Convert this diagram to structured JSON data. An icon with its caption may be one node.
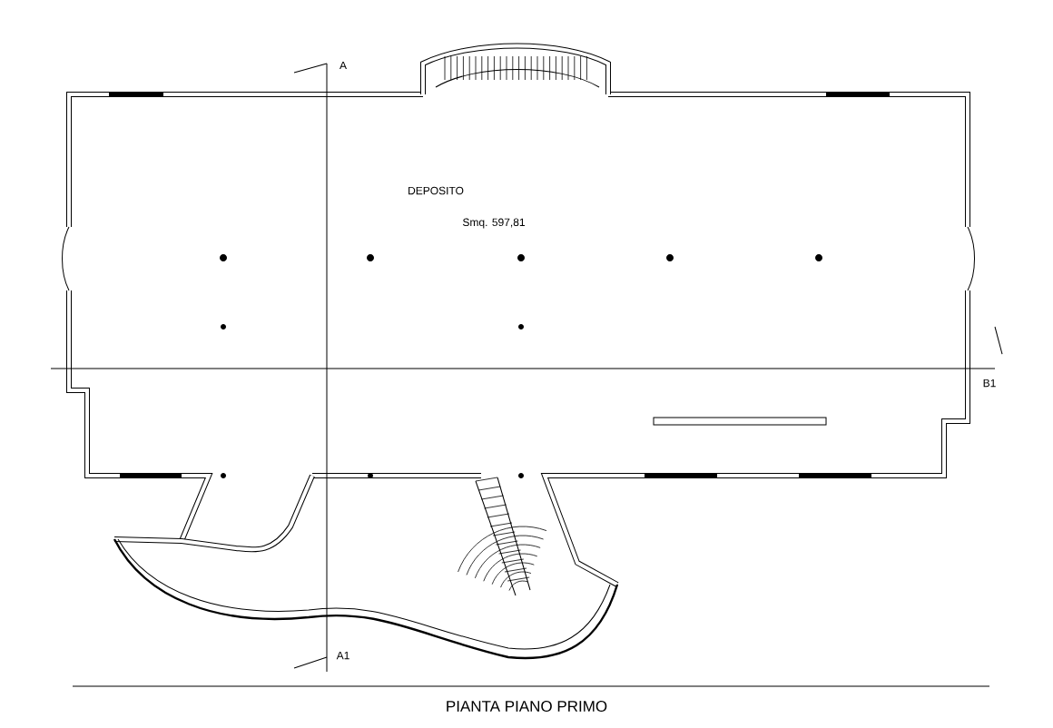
{
  "diagram": {
    "title": "PIANTA PIANO PRIMO",
    "labels": [
      "A",
      "DEPOSITO",
      "Smq. 597,81",
      "B1",
      "A1"
    ]
  }
}
